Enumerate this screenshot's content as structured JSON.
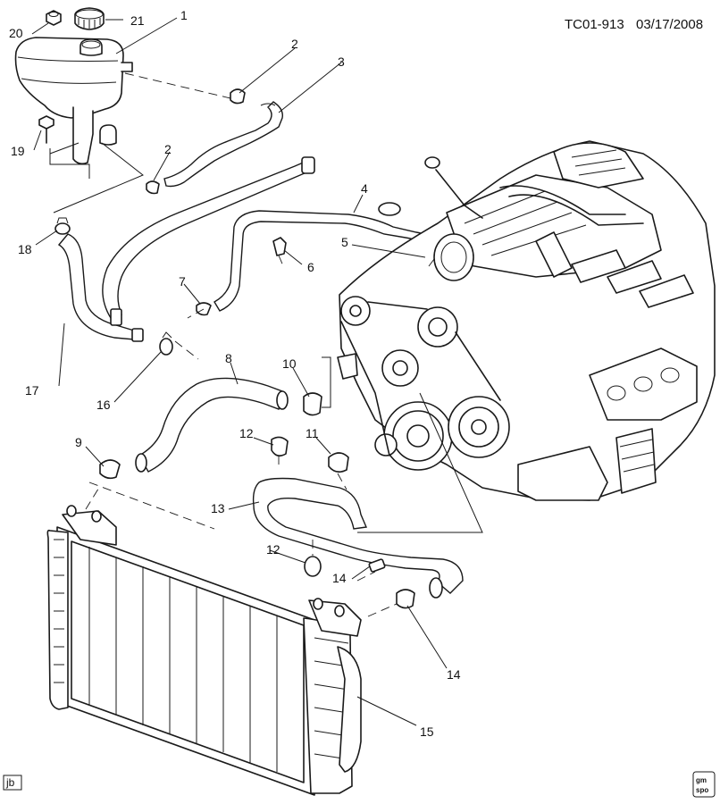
{
  "header": {
    "drawing_id": "TC01-913",
    "date": "03/17/2008"
  },
  "footer": {
    "initials": "jb",
    "logo_text": "gm spo"
  },
  "callouts": {
    "c1": "1",
    "c2a": "2",
    "c2b": "2",
    "c3": "3",
    "c4": "4",
    "c5": "5",
    "c6": "6",
    "c7": "7",
    "c8": "8",
    "c9": "9",
    "c10": "10",
    "c11": "11",
    "c12a": "12",
    "c12b": "12",
    "c13": "13",
    "c14a": "14",
    "c14b": "14",
    "c15": "15",
    "c16": "16",
    "c17": "17",
    "c18": "18",
    "c19": "19",
    "c20": "20",
    "c21": "21"
  }
}
